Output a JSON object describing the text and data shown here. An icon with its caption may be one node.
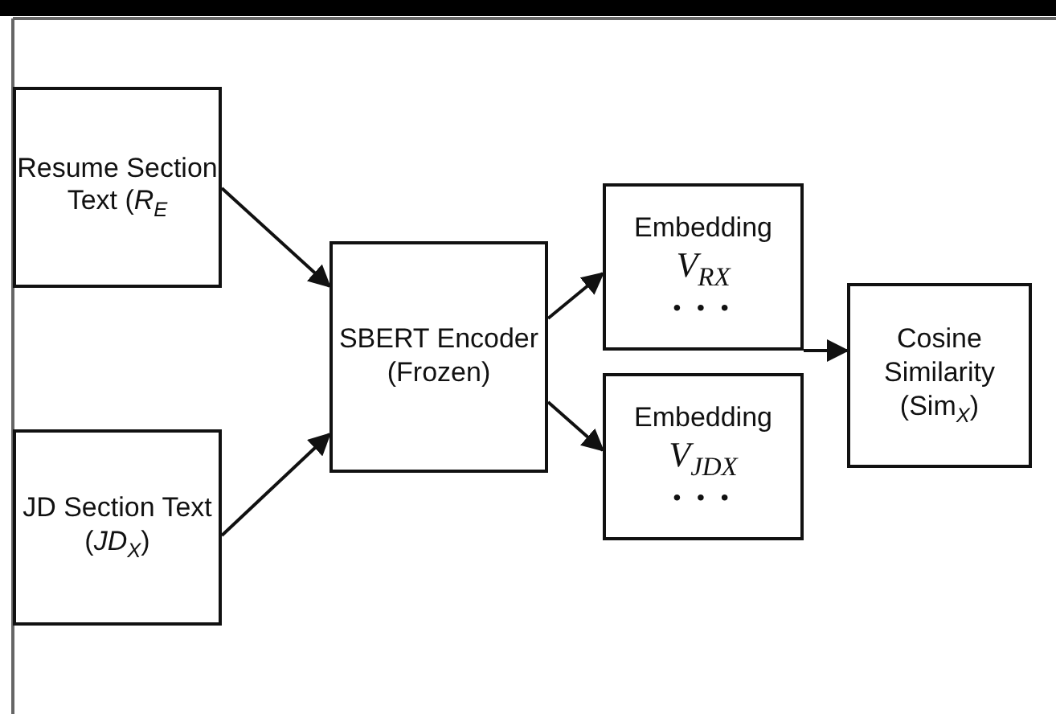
{
  "diagram": {
    "nodes": [
      {
        "text": [
          "Resume Section Text (*R*$_{E}$"
        ]
      },
      {
        "text": [
          "JD Section Text (*JD*$_{X}$)"
        ]
      },
      {
        "text": [
          "SBERT Encoder (Frozen)"
        ]
      },
      {
        "text": [
          "Embedding",
          "V$_{RX}$",
          "• • •"
        ]
      },
      {
        "text": [
          "Embedding",
          "V$_{JDX}$",
          "• • •"
        ]
      },
      {
        "text": [
          "Cosine Similarity (Sim$_{X}$)"
        ]
      }
    ],
    "edges": [
      {
        "from": 0,
        "to": 2,
        "arrow": "to"
      },
      {
        "from": 1,
        "to": 2,
        "arrow": "to"
      },
      {
        "from": 2,
        "to": 3,
        "arrow": "to"
      },
      {
        "from": 2,
        "to": 4,
        "arrow": "to"
      },
      {
        "from": 3,
        "to": 5,
        "arrow": "to"
      }
    ]
  }
}
